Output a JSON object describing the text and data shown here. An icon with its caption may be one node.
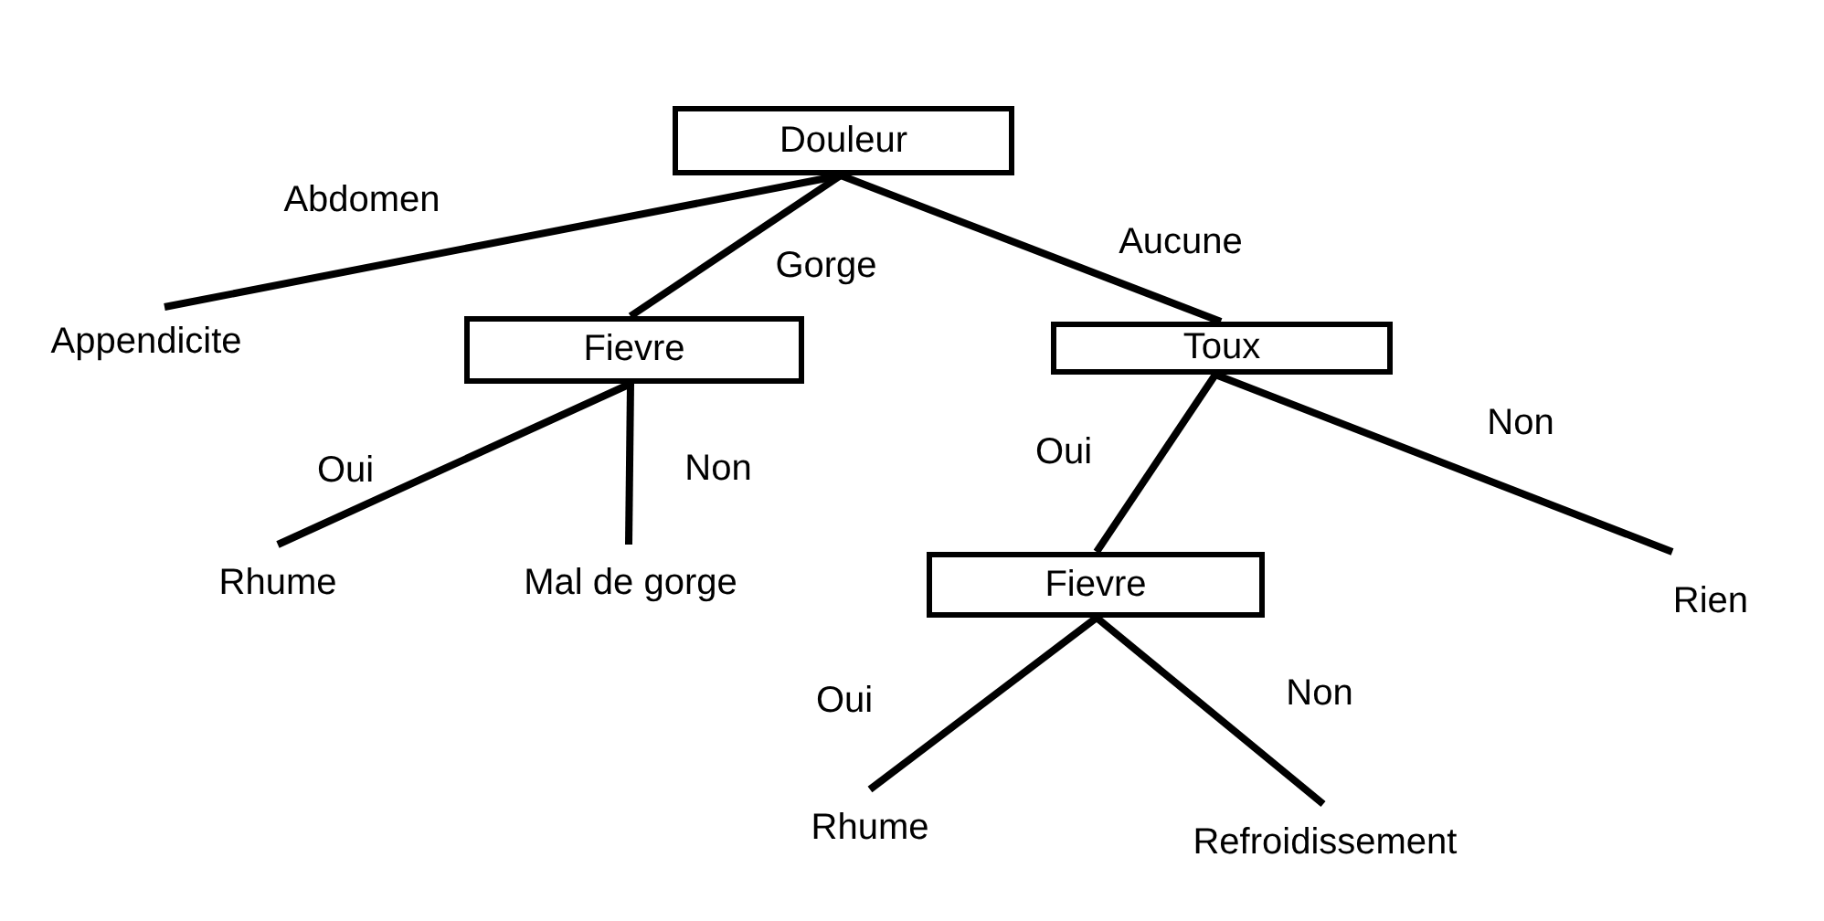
{
  "diagram": {
    "nodes": [
      {
        "text": [
          "Douleur"
        ]
      },
      {
        "text": [
          "Appendicite"
        ]
      },
      {
        "text": [
          "Fievre"
        ]
      },
      {
        "text": [
          "Toux"
        ]
      },
      {
        "text": [
          "Rhume"
        ]
      },
      {
        "text": [
          "Mal de gorge"
        ]
      },
      {
        "text": [
          "Rien"
        ]
      },
      {
        "text": [
          "Fievre"
        ]
      },
      {
        "text": [
          "Rhume"
        ]
      },
      {
        "text": [
          "Refroidissement"
        ]
      }
    ],
    "edges": [
      {
        "from": 0,
        "to": 1,
        "arrow": "none",
        "label": "Abdomen"
      },
      {
        "from": 0,
        "to": 2,
        "arrow": "none",
        "label": "Gorge"
      },
      {
        "from": 0,
        "to": 3,
        "arrow": "none",
        "label": "Aucune"
      },
      {
        "from": 2,
        "to": 4,
        "arrow": "none",
        "label": "Oui"
      },
      {
        "from": 2,
        "to": 5,
        "arrow": "none",
        "label": "Non"
      },
      {
        "from": 3,
        "to": 7,
        "arrow": "none",
        "label": "Oui"
      },
      {
        "from": 3,
        "to": 6,
        "arrow": "none",
        "label": "Non"
      },
      {
        "from": 7,
        "to": 8,
        "arrow": "none",
        "label": "Oui"
      },
      {
        "from": 7,
        "to": 9,
        "arrow": "none",
        "label": "Non"
      }
    ]
  }
}
